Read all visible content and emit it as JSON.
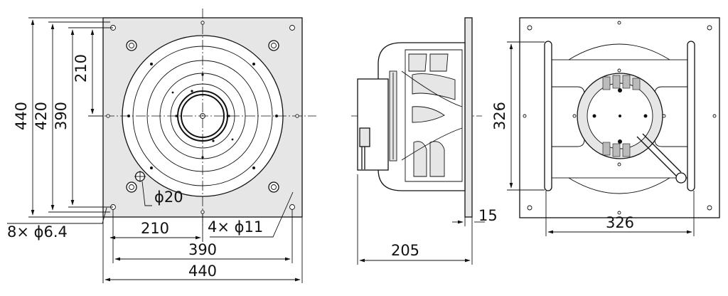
{
  "front_view": {
    "height_dims": [
      "440",
      "420",
      "390",
      "210"
    ],
    "hole_pattern_label": "8× ϕ6.4",
    "small_hole_label": "ϕ20",
    "bolt_label": "4× ϕ11",
    "width_dims": [
      "210",
      "390",
      "440"
    ]
  },
  "side_view": {
    "depth_dim": "205",
    "flange_dim": "15"
  },
  "rear_view": {
    "height_dim": "326",
    "width_dim": "326"
  },
  "colors": {
    "line": "#111111",
    "panel_fill": "#e6e6e6",
    "background": "#ffffff"
  }
}
